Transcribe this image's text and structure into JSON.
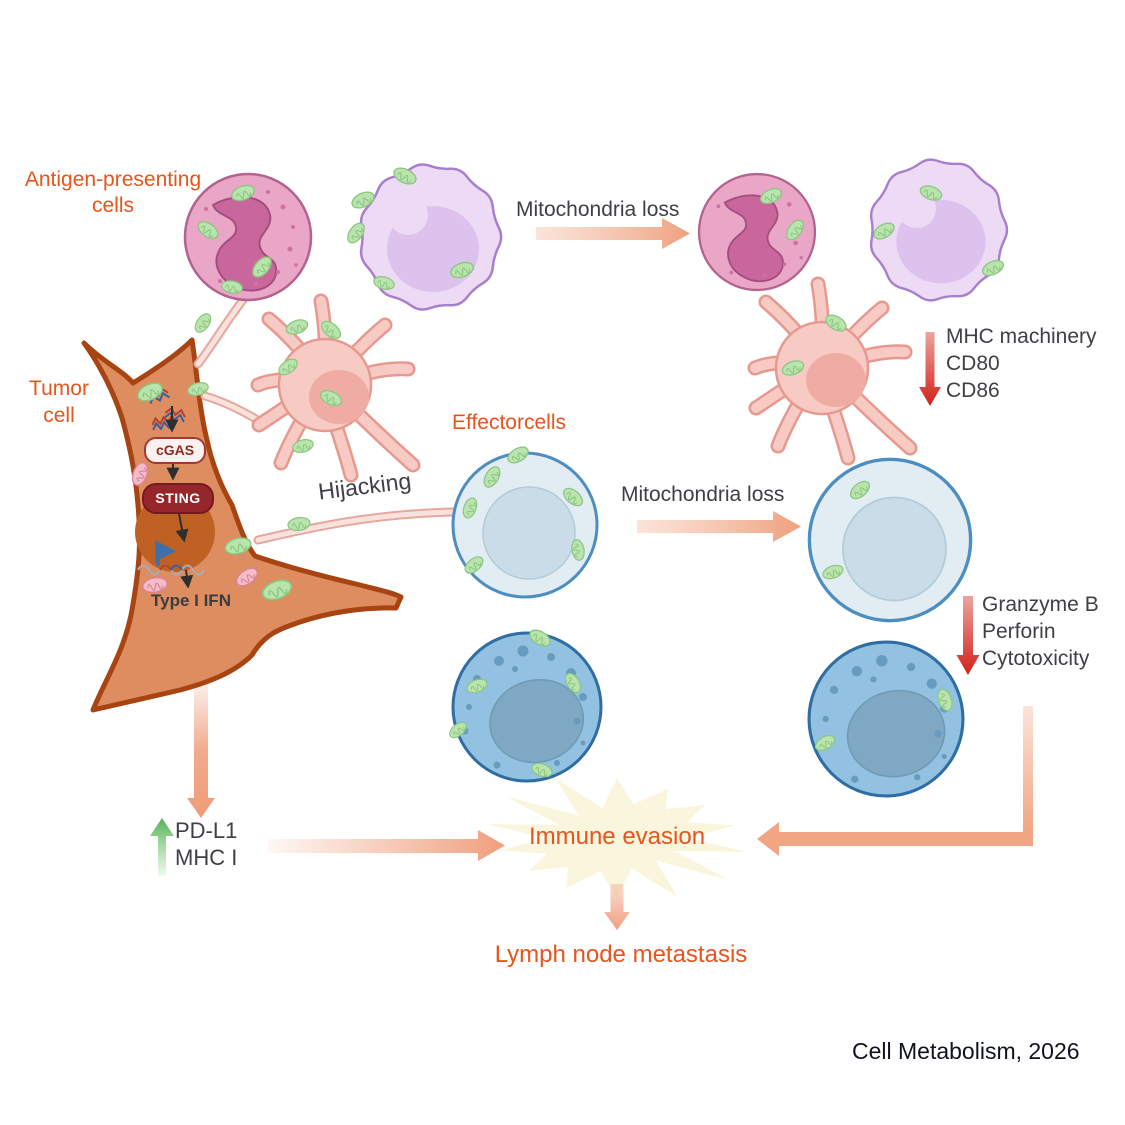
{
  "labels": {
    "apc": "Antigen-presenting cells",
    "tumor": "Tumor cell",
    "effector": "Effectorcells",
    "mito_loss_top": "Mitochondria loss",
    "mito_loss_mid": "Mitochondria loss",
    "hijacking": "Hijacking",
    "mhc_down": [
      "MHC machinery",
      "CD80",
      "CD86"
    ],
    "granzyme_down": [
      "Granzyme B",
      "Perforin",
      "Cytotoxicity"
    ],
    "tumor_up": [
      "PD-L1",
      "MHC I"
    ],
    "cgas": "cGAS",
    "sting": "STING",
    "type1_ifn": "Type I IFN",
    "immune_evasion": "Immune evasion",
    "lymph_node": "Lymph node metastasis",
    "citation": "Cell Metabolism, 2026"
  },
  "colors": {
    "accent_orange_text": "#e5551c",
    "arrow_orange": "#f0a181",
    "arrow_red": "#d3221a",
    "arrow_green": "#52b152",
    "tumor_fill": "#dd8d60",
    "tumor_border": "#a84312",
    "pink_cell": "#e9a6c6",
    "purple_cell": "#eddaf5",
    "dendritic_cell": "#f7cbc4",
    "effector_light": "#e2ecf3",
    "effector_dark": "#93c1e1",
    "mitochondria_green": "#b9e4ae",
    "mitochondria_pink": "#f5bcc8",
    "starburst": "#faf5dd"
  }
}
